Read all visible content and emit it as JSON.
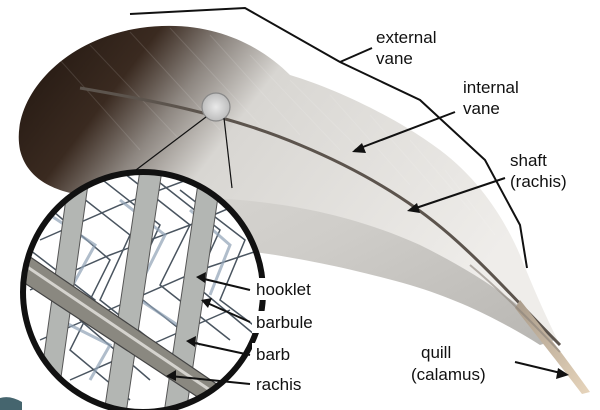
{
  "labels": {
    "external_vane": [
      "external",
      "vane"
    ],
    "internal_vane": [
      "internal",
      "vane"
    ],
    "shaft": [
      "shaft",
      "(rachis)"
    ],
    "quill": [
      "quill",
      "(calamus)"
    ],
    "hooklet": "hooklet",
    "barbule": "barbule",
    "barb": "barb",
    "rachis": "rachis"
  },
  "colors": {
    "dark_vane": "#2a1d16",
    "light_vane": "#e8e6e2",
    "shaft": "#6e665e",
    "quill": "#d8c6ae",
    "zoom_bg": "#ffffff",
    "barb_fill": "#b3b6b3",
    "barbule_fill": "#cdd6e2",
    "line": "#111111"
  }
}
